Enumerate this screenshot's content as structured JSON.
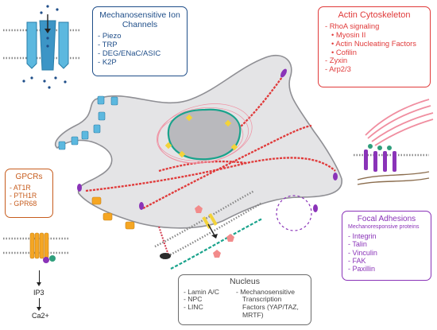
{
  "ion_channels": {
    "title": "Mechanosensitive Ion Channels",
    "items": [
      "Piezo",
      "TRP",
      "DEG/ENaC/ASIC",
      "K2P"
    ]
  },
  "actin": {
    "title": "Actin Cytoskeleton",
    "items": [
      {
        "text": "RhoA signaling",
        "level": 0
      },
      {
        "text": "Myosin II",
        "level": 1
      },
      {
        "text": "Actin Nucleating Factors",
        "level": 1
      },
      {
        "text": "Cofilin",
        "level": 1
      },
      {
        "text": "Zyxin",
        "level": 0
      },
      {
        "text": "Arp2/3",
        "level": 0
      }
    ]
  },
  "gpcrs": {
    "title": "GPCRs",
    "items": [
      "AT1R",
      "PTH1R",
      "GPR68"
    ],
    "signals": [
      "IP3",
      "Ca2+"
    ]
  },
  "focal_adhesions": {
    "title": "Focal Adhesions",
    "subtitle": "Mechanoresponsive proteins",
    "items": [
      "Integrin",
      "Talin",
      "Vinculin",
      "FAK",
      "Paxillin"
    ]
  },
  "nucleus": {
    "title": "Nucleus",
    "col1": [
      "Lamin A/C",
      "NPC",
      "LINC"
    ],
    "col2_head": "Mechanosensitive",
    "col2_cont": [
      "Transcription",
      "Factors (YAP/TAZ,",
      "MRTF)"
    ]
  },
  "colors": {
    "ion": "#1f4e89",
    "actin": "#e03a3a",
    "gpcr": "#c75d1e",
    "focal": "#8a33b8",
    "nucleus": "#6b6b6b",
    "cell": "#e4e4e6",
    "channel": "#5cb8df"
  }
}
